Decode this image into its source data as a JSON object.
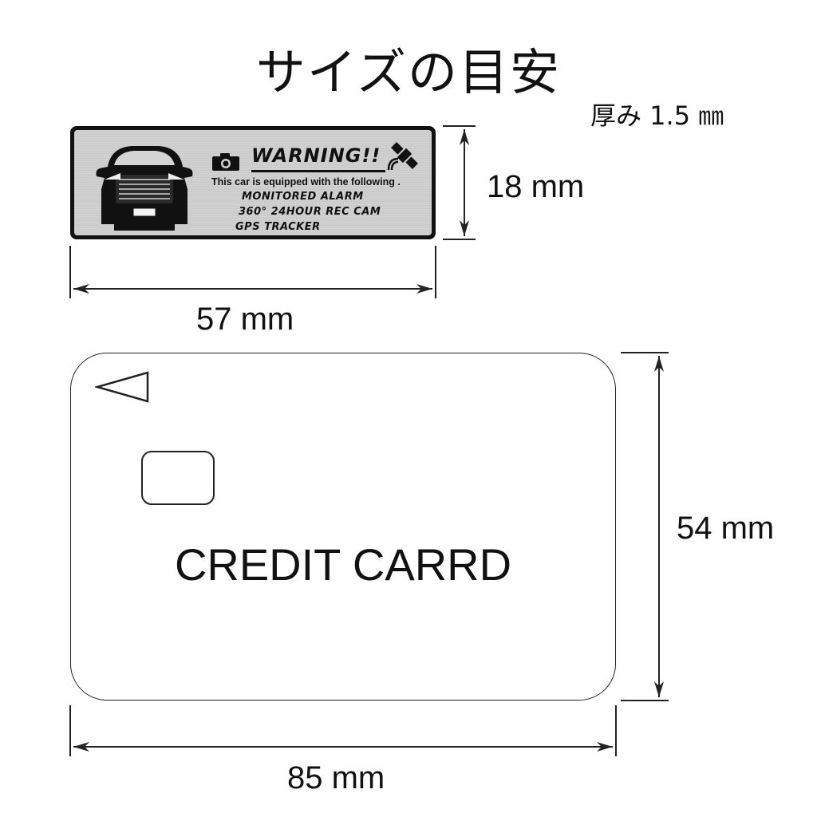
{
  "title": "サイズの目安",
  "thickness_label": "厚み 1.5 ㎜",
  "plate": {
    "heading": "WARNING!!",
    "subheading": "This car is equipped with the following .",
    "items": [
      "MONITORED ALARM",
      "360°  24HOUR REC CAM",
      "GPS TRACKER"
    ],
    "icons": [
      "car-front-icon",
      "camera-icon",
      "satellite-icon"
    ]
  },
  "dimensions": {
    "plate_height": "18 mm",
    "plate_width": "57 mm",
    "card_height": "54 mm",
    "card_width": "85 mm"
  },
  "card": {
    "text": "CREDIT CARRD",
    "icons": [
      "insert-arrow-icon",
      "chip-icon"
    ]
  },
  "colors": {
    "ink": "#111111",
    "plate_metal": "#cfcfcf",
    "background": "#ffffff"
  }
}
